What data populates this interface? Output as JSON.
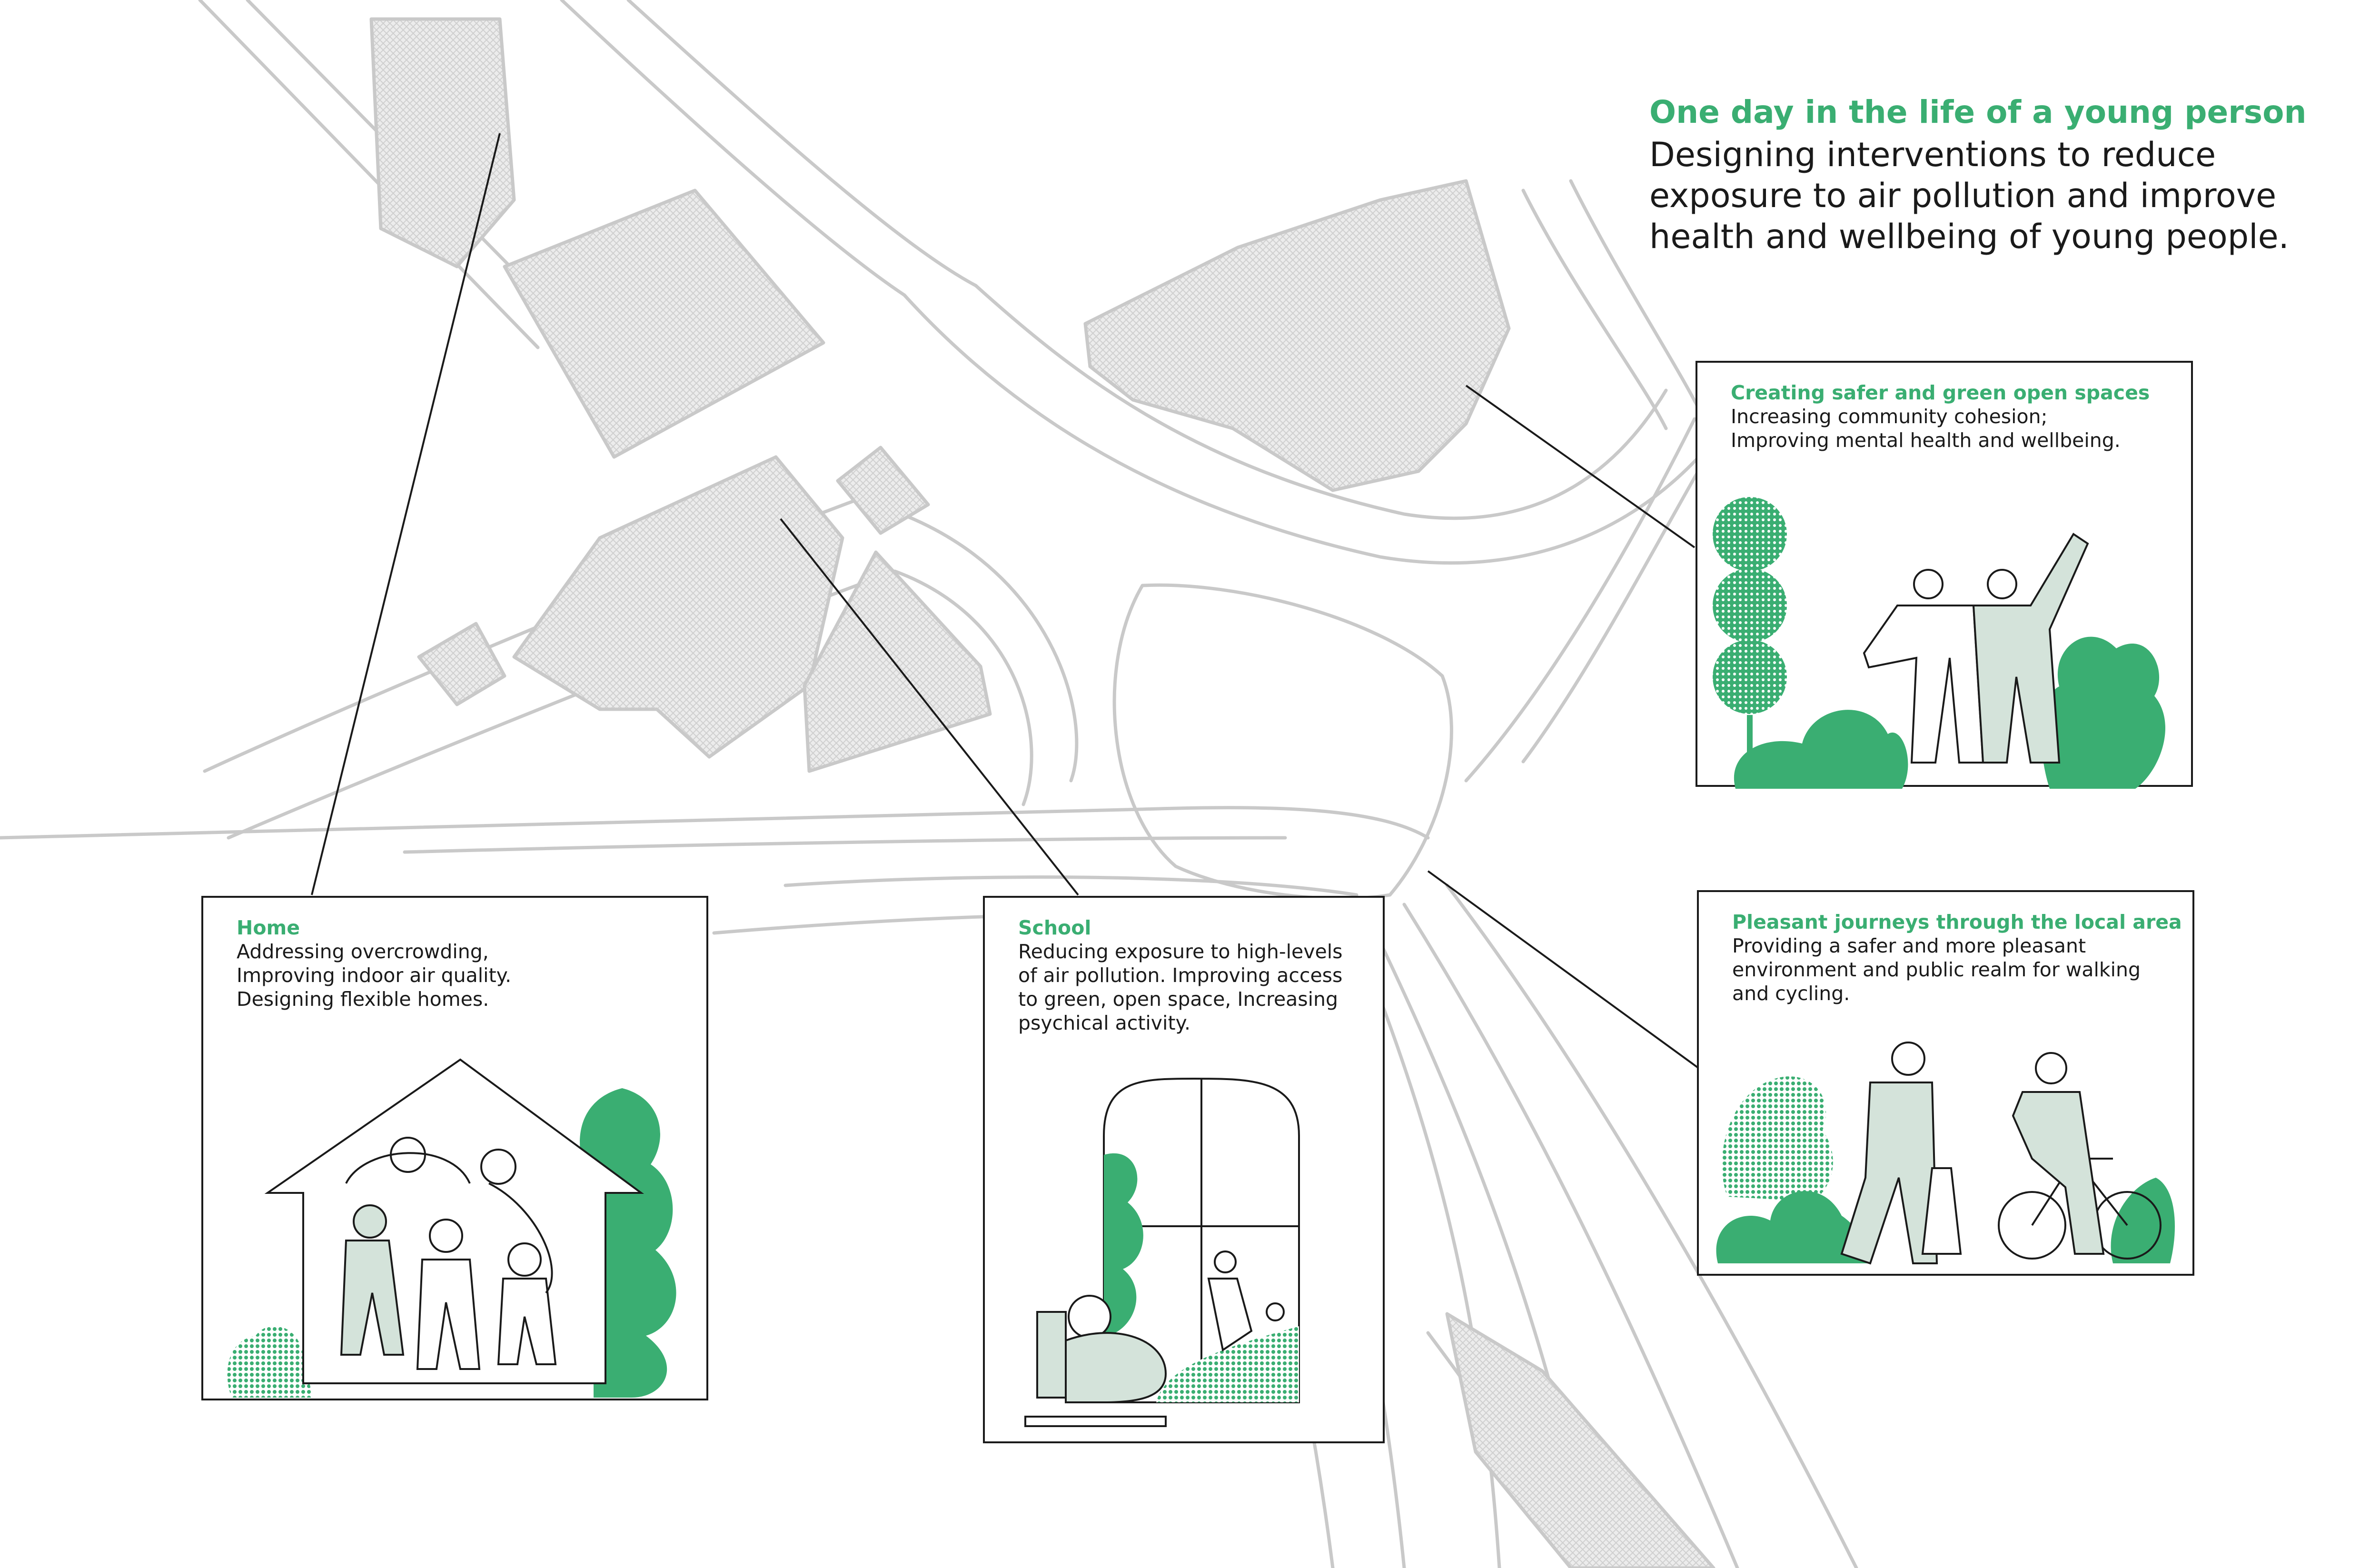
{
  "header": {
    "accent_title": "One day in the life of a young person",
    "subtitle": "Designing interventions to reduce exposure to air pollution and improve health and wellbeing of young people."
  },
  "colors": {
    "accent": "#3aae72",
    "accent_light": "#d4e3da",
    "ink": "#1a1a1a",
    "map_line": "#c9c9c9",
    "map_fill": "#e6e6e6"
  },
  "cards": {
    "home": {
      "heading": "Home",
      "body": "Addressing overcrowding,\nImproving indoor air quality.\nDesigning flexible homes."
    },
    "school": {
      "heading": "School",
      "body": "Reducing exposure to high-levels\nof air pollution. Improving access\nto green, open space, Increasing\npsychical activity."
    },
    "open_spaces": {
      "heading": "Creating safer and green open spaces",
      "body": "Increasing community cohesion;\nImproving mental health and wellbeing."
    },
    "journeys": {
      "heading": "Pleasant journeys through the local area",
      "body": "Providing a safer and more pleasant\nenvironment and public realm for walking\nand cycling."
    }
  },
  "icons": [
    "house-icon",
    "family-icon",
    "window-icon",
    "child-reading-icon",
    "child-playing-ball-icon",
    "tree-icon",
    "bush-icon",
    "people-waving-icon",
    "walker-with-bag-icon",
    "cyclist-icon"
  ]
}
